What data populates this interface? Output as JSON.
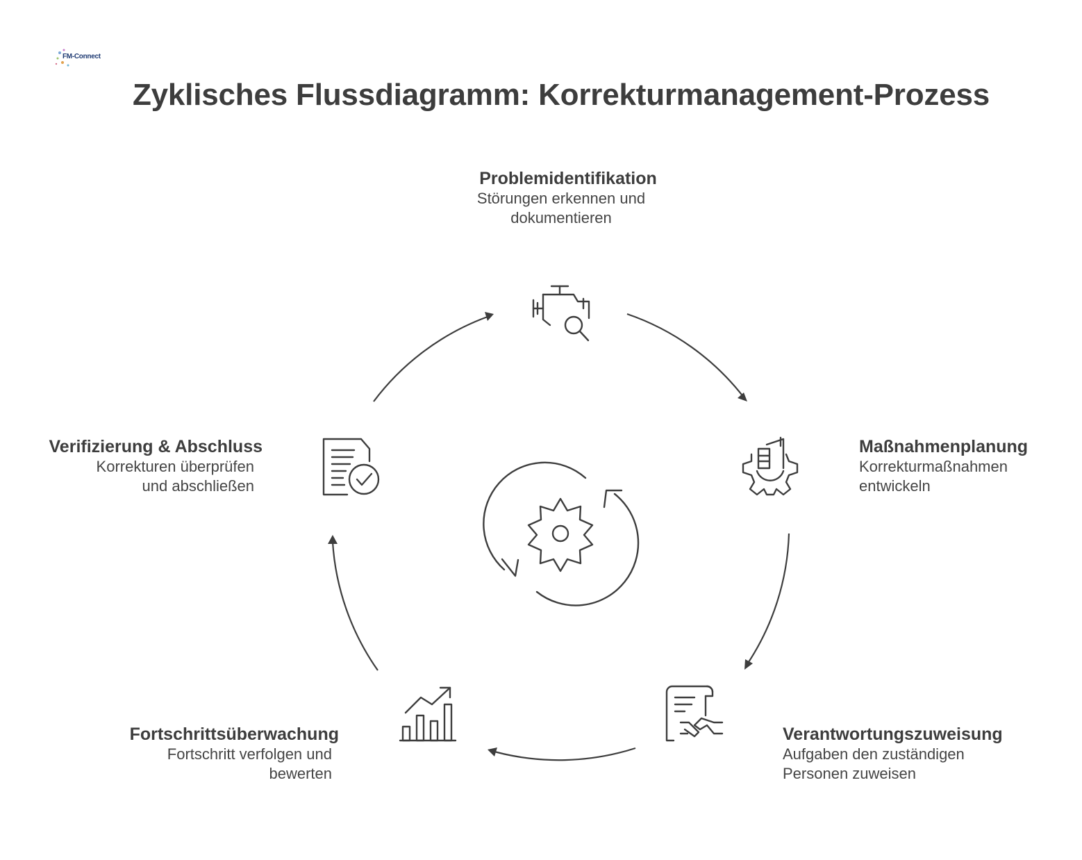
{
  "logo": {
    "text": "FM-Connect"
  },
  "title": "Zyklisches Flussdiagramm: Korrekturmanagement-Prozess",
  "steps": [
    {
      "title": "Problemidentifikation",
      "description": "Störungen erkennen und\ndokumentieren",
      "icon": "engine-search-icon"
    },
    {
      "title": "Maßnahmenplanung",
      "description": "Korrekturmaßnahmen\nentwickeln",
      "icon": "gear-building-icon"
    },
    {
      "title": "Verantwortungszuweisung",
      "description": "Aufgaben den zuständigen\nPersonen zuweisen",
      "icon": "contract-handshake-icon"
    },
    {
      "title": "Fortschrittsüberwachung",
      "description": "Fortschritt verfolgen und\nbewerten",
      "icon": "bar-chart-growth-icon"
    },
    {
      "title": "Verifizierung & Abschluss",
      "description": "Korrekturen überprüfen\nund abschließen",
      "icon": "document-check-icon"
    }
  ],
  "center_icon": "gear-cycle-icon",
  "colors": {
    "stroke": "#3d3d3d",
    "text": "#3d3d3d",
    "background": "#ffffff"
  }
}
